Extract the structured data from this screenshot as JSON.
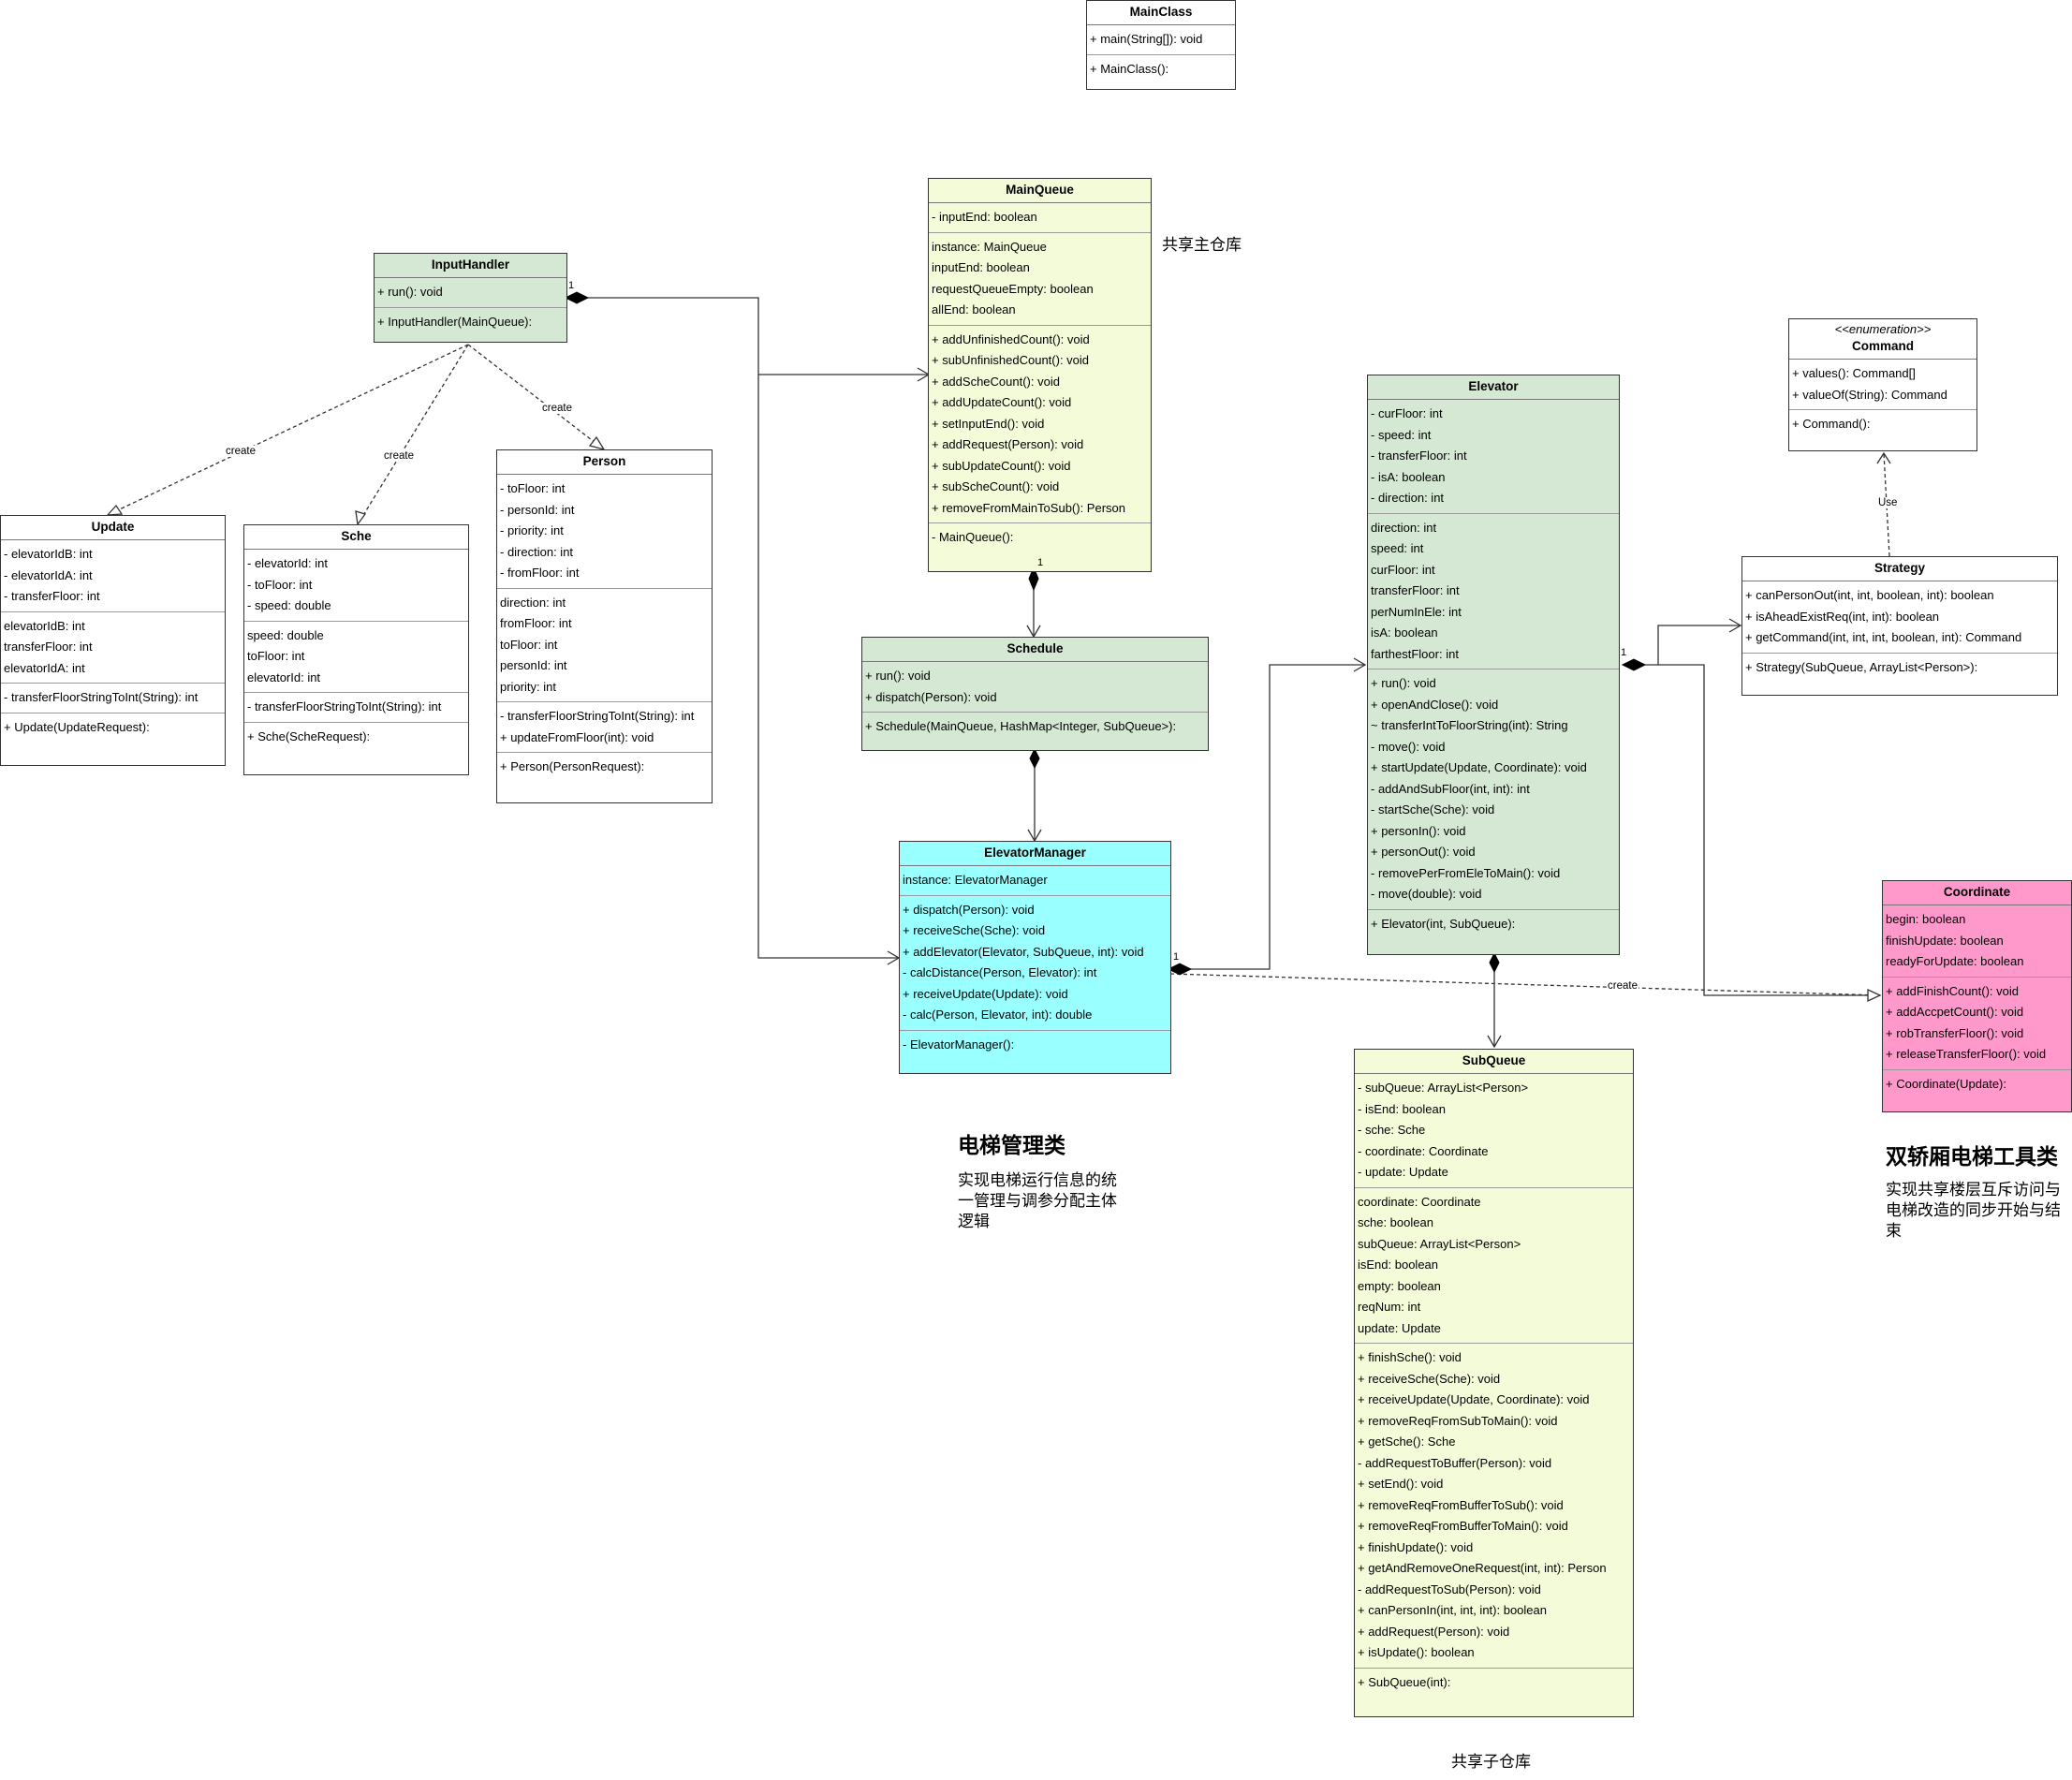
{
  "colors": {
    "white": "#ffffff",
    "green": "#d5e8d4",
    "yellow": "#f4fbd9",
    "cyan": "#99ffff",
    "pink": "#ff99cc",
    "line": "#333333"
  },
  "classes": {
    "mainclass": {
      "name": "MainClass",
      "sections": [
        [
          "+ main(String[]): void"
        ],
        [
          "+ MainClass():"
        ]
      ]
    },
    "mainqueue": {
      "name": "MainQueue",
      "sections": [
        [
          "- inputEnd: boolean"
        ],
        [
          "instance: MainQueue",
          "inputEnd: boolean",
          "requestQueueEmpty: boolean",
          "allEnd: boolean"
        ],
        [
          "+ addUnfinishedCount(): void",
          "+ subUnfinishedCount(): void",
          "+ addScheCount(): void",
          "+ addUpdateCount(): void",
          "+ setInputEnd(): void",
          "+ addRequest(Person): void",
          "+ subUpdateCount(): void",
          "+ subScheCount(): void",
          "+ removeFromMainToSub(): Person"
        ],
        [
          "- MainQueue():"
        ]
      ]
    },
    "inputhandler": {
      "name": "InputHandler",
      "sections": [
        [
          "+ run(): void"
        ],
        [
          "+ InputHandler(MainQueue):"
        ]
      ]
    },
    "update": {
      "name": "Update",
      "sections": [
        [
          "- elevatorIdB: int",
          "- elevatorIdA: int",
          "- transferFloor: int"
        ],
        [
          "elevatorIdB: int",
          "transferFloor: int",
          "elevatorIdA: int"
        ],
        [
          "- transferFloorStringToInt(String): int"
        ],
        [
          "+ Update(UpdateRequest):"
        ]
      ]
    },
    "sche": {
      "name": "Sche",
      "sections": [
        [
          "- elevatorId: int",
          "- toFloor: int",
          "- speed: double"
        ],
        [
          "speed: double",
          "toFloor: int",
          "elevatorId: int"
        ],
        [
          "- transferFloorStringToInt(String): int"
        ],
        [
          "+ Sche(ScheRequest):"
        ]
      ]
    },
    "person": {
      "name": "Person",
      "sections": [
        [
          "- toFloor: int",
          "- personId: int",
          "- priority: int",
          "- direction: int",
          "- fromFloor: int"
        ],
        [
          "direction: int",
          "fromFloor: int",
          "toFloor: int",
          "personId: int",
          "priority: int"
        ],
        [
          "- transferFloorStringToInt(String): int",
          "+ updateFromFloor(int): void"
        ],
        [
          "+ Person(PersonRequest):"
        ]
      ]
    },
    "schedule": {
      "name": "Schedule",
      "sections": [
        [
          "+ run(): void",
          "+ dispatch(Person): void"
        ],
        [
          "+ Schedule(MainQueue, HashMap<Integer, SubQueue>):"
        ]
      ]
    },
    "elevatormanager": {
      "name": "ElevatorManager",
      "sections": [
        [
          "instance: ElevatorManager"
        ],
        [
          "+ dispatch(Person): void",
          "+ receiveSche(Sche): void",
          "+ addElevator(Elevator, SubQueue, int): void",
          "- calcDistance(Person, Elevator): int",
          "+ receiveUpdate(Update): void",
          "- calc(Person, Elevator, int): double"
        ],
        [
          "- ElevatorManager():"
        ]
      ]
    },
    "elevator": {
      "name": "Elevator",
      "sections": [
        [
          "- curFloor: int",
          "- speed: int",
          "- transferFloor: int",
          "- isA: boolean",
          "- direction: int"
        ],
        [
          "direction: int",
          "speed: int",
          "curFloor: int",
          "transferFloor: int",
          "perNumInEle: int",
          "isA: boolean",
          "farthestFloor: int"
        ],
        [
          "+ run(): void",
          "+ openAndClose(): void",
          "~ transferIntToFloorString(int): String",
          "- move(): void",
          "+ startUpdate(Update, Coordinate): void",
          "- addAndSubFloor(int, int): int",
          "- startSche(Sche): void",
          "+ personIn(): void",
          "+ personOut(): void",
          "- removePerFromEleToMain(): void",
          "- move(double): void"
        ],
        [
          "+ Elevator(int, SubQueue):"
        ]
      ]
    },
    "command": {
      "stereotype": "<<enumeration>>",
      "name": "Command",
      "sections": [
        [
          "+ values(): Command[]",
          "+ valueOf(String): Command"
        ],
        [
          "+ Command():"
        ]
      ]
    },
    "strategy": {
      "name": "Strategy",
      "sections": [
        [
          "+ canPersonOut(int, int, boolean, int): boolean",
          "+ isAheadExistReq(int, int): boolean",
          "+ getCommand(int, int, int, boolean, int): Command"
        ],
        [
          "+ Strategy(SubQueue, ArrayList<Person>):"
        ]
      ]
    },
    "coordinate": {
      "name": "Coordinate",
      "sections": [
        [
          "begin: boolean",
          "finishUpdate: boolean",
          "readyForUpdate: boolean"
        ],
        [
          "+ addFinishCount(): void",
          "+ addAccpetCount(): void",
          "+ robTransferFloor(): void",
          "+ releaseTransferFloor(): void"
        ],
        [
          "+ Coordinate(Update):"
        ]
      ]
    },
    "subqueue": {
      "name": "SubQueue",
      "sections": [
        [
          "- subQueue: ArrayList<Person>",
          "- isEnd: boolean",
          "- sche: Sche",
          "- coordinate: Coordinate",
          "- update: Update"
        ],
        [
          "coordinate: Coordinate",
          "sche: boolean",
          "subQueue: ArrayList<Person>",
          "isEnd: boolean",
          "empty: boolean",
          "reqNum: int",
          "update: Update"
        ],
        [
          "+ finishSche(): void",
          "+ receiveSche(Sche): void",
          "+ receiveUpdate(Update, Coordinate): void",
          "+ removeReqFromSubToMain(): void",
          "+ getSche(): Sche",
          "- addRequestToBuffer(Person): void",
          "+ setEnd(): void",
          "+ removeReqFromBufferToSub(): void",
          "+ removeReqFromBufferToMain(): void",
          "+ finishUpdate(): void",
          "+ getAndRemoveOneRequest(int, int): Person",
          "- addRequestToSub(Person): void",
          "+ canPersonIn(int, int, int): boolean",
          "+ addRequest(Person): void",
          "+ isUpdate(): boolean"
        ],
        [
          "+ SubQueue(int):"
        ]
      ]
    }
  },
  "edge_labels": {
    "create_update": "create",
    "create_sche": "create",
    "create_person": "create",
    "use": "Use",
    "create_coordinate": "create"
  },
  "multiplicities": {
    "inputhandler": "1",
    "mainqueue": "1",
    "elevatormanager": "1",
    "elevator": "1"
  },
  "notes": {
    "shared_main": "共享主仓库",
    "shared_sub": "共享子仓库",
    "manager_title": "电梯管理类",
    "manager_body": "实现电梯运行信息的统一管理与调参分配主体逻辑",
    "double_title": "双轿厢电梯工具类",
    "double_body": "实现共享楼层互斥访问与电梯改造的同步开始与结束"
  }
}
